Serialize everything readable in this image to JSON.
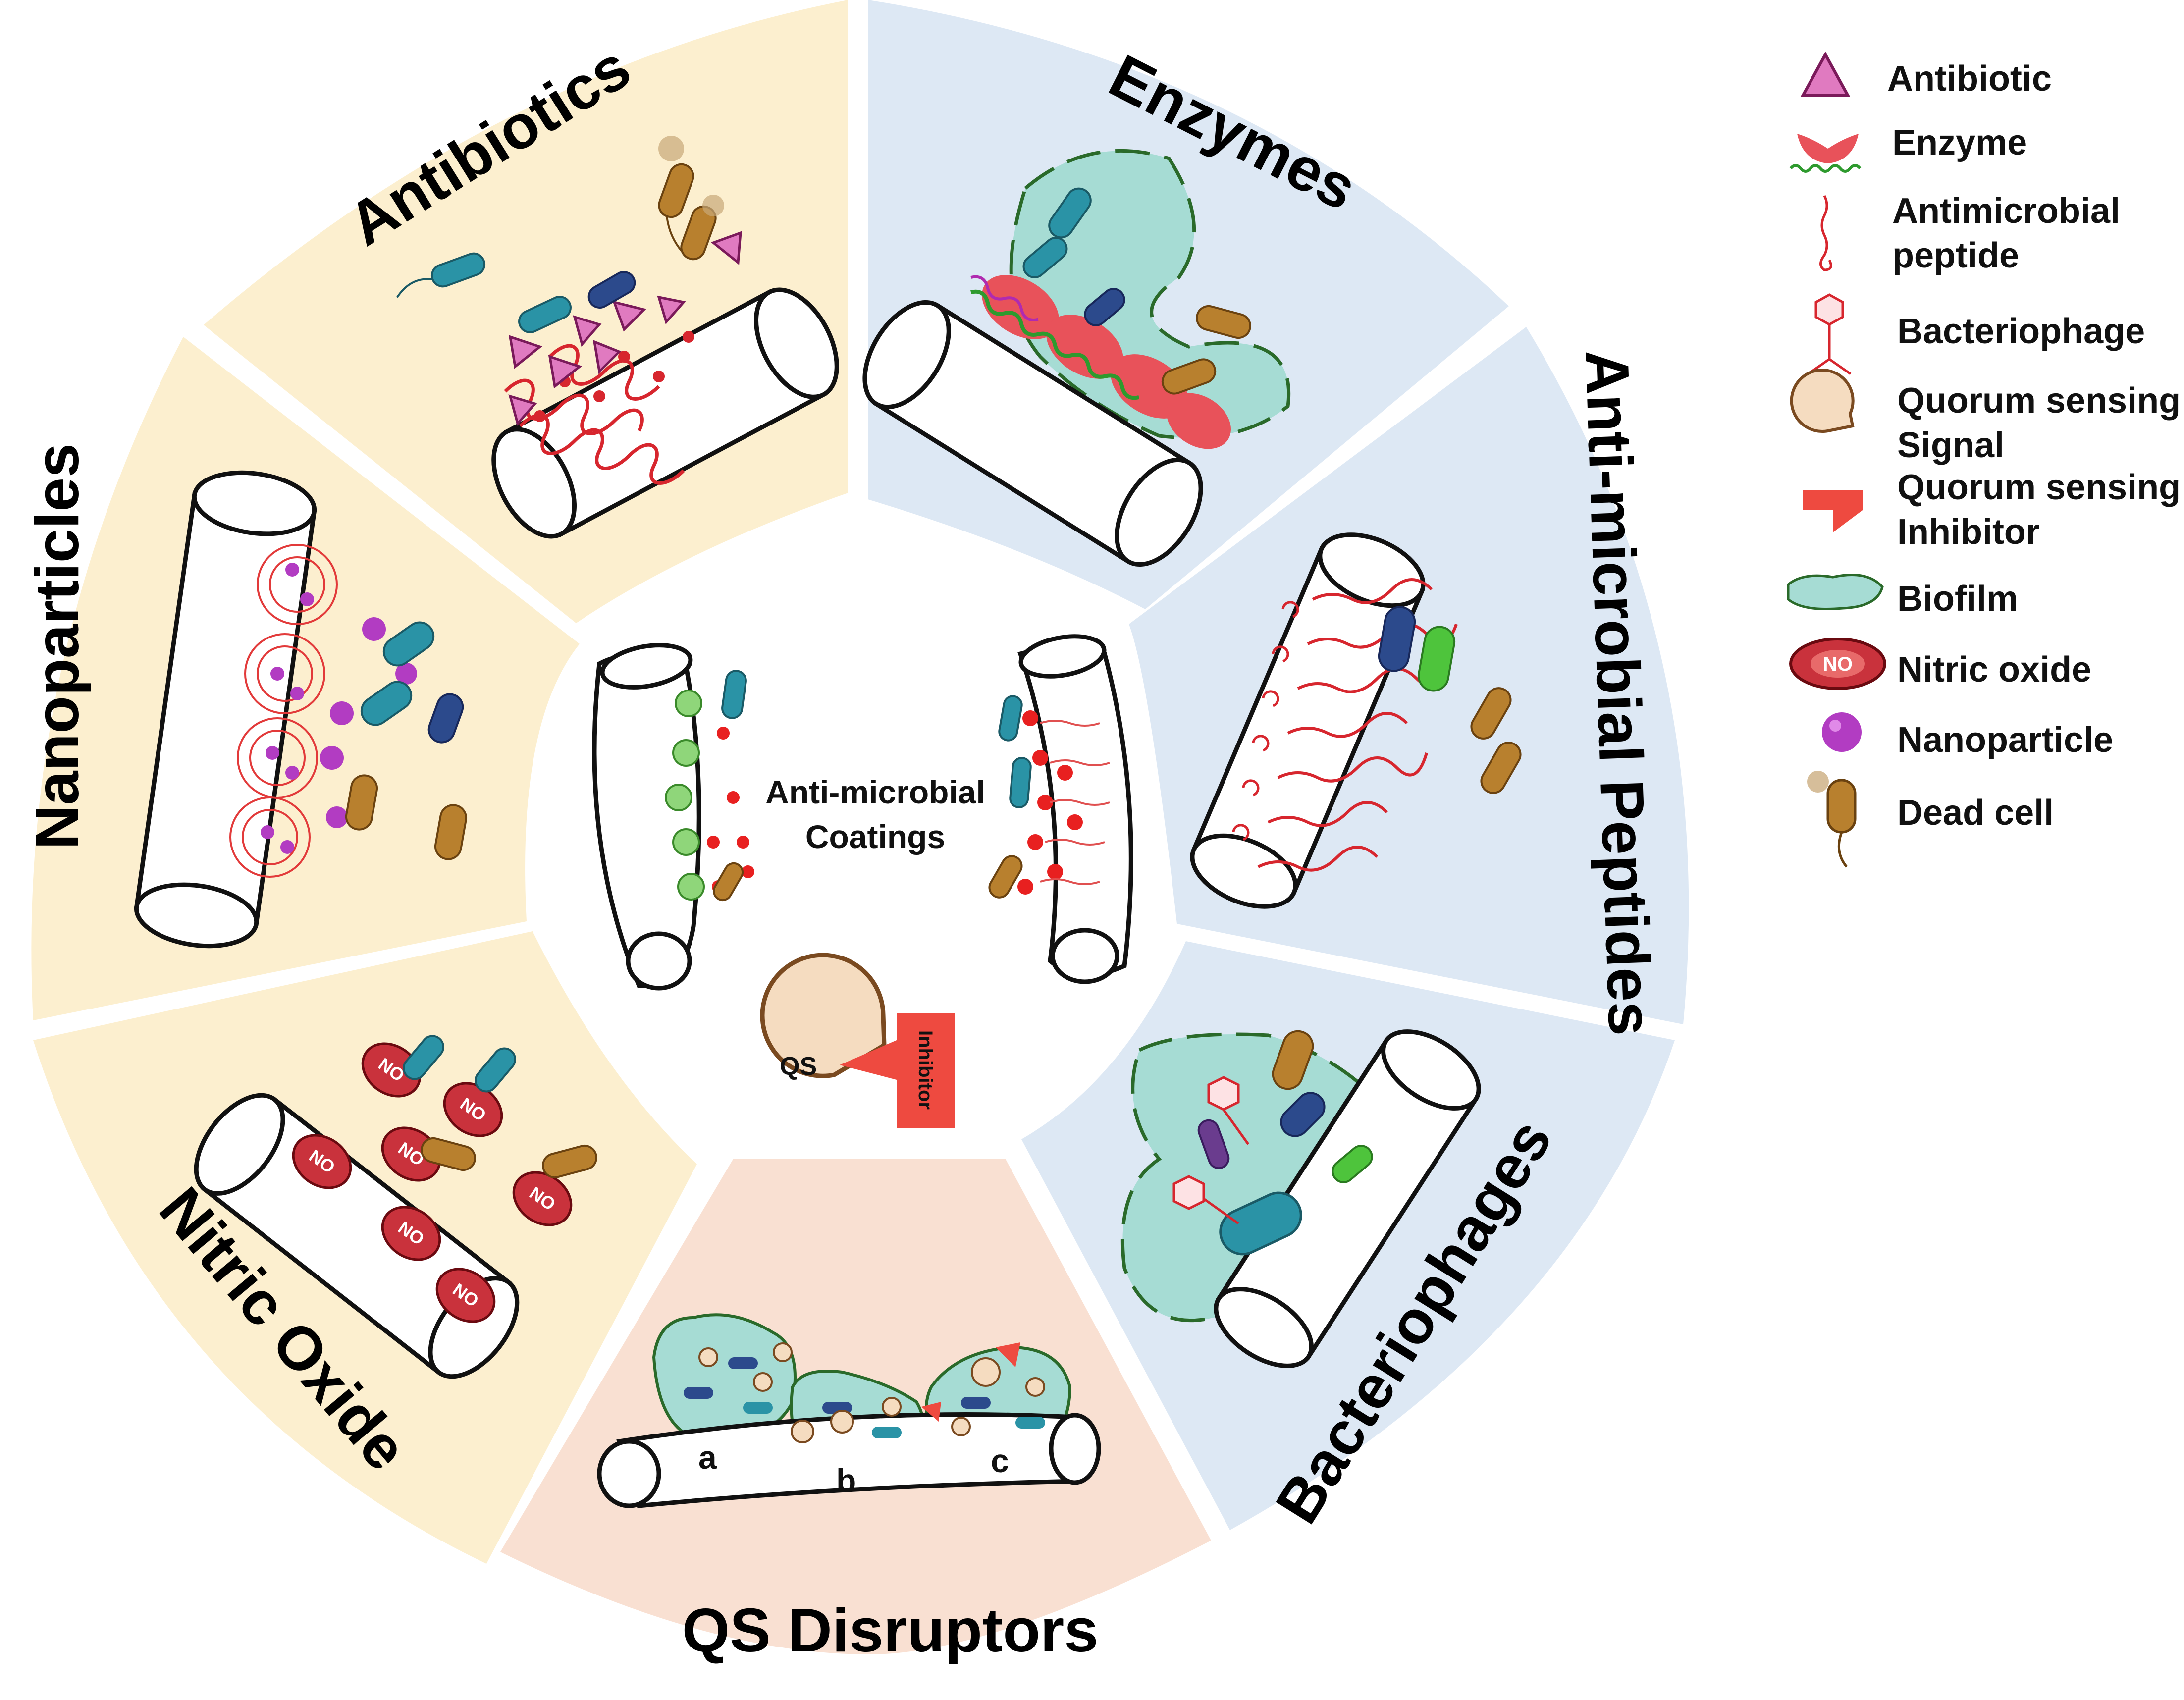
{
  "colors": {
    "yellow_segment": "#fcefcf",
    "blue_segment": "#dde8f4",
    "peach_segment": "#f9e0d2",
    "antibiotic": "#e07ac0",
    "enzyme": "#e8525a",
    "peptide": "#d7262e",
    "biofilm": "#a6dcd4",
    "nitric_oxide": "#c9323c",
    "nanoparticle": "#b23cc2",
    "dead_cell": "#b8802e",
    "bacteria_teal": "#2a93a6",
    "bacteria_navy": "#2c4a8c",
    "bacteria_green": "#4ec43c",
    "qs_signal": "#f5dcc0",
    "qs_inhibitor": "#ee4a40"
  },
  "segments": {
    "antibiotics": {
      "title": "Antibiotics"
    },
    "enzymes": {
      "title": "Enzymes"
    },
    "peptides": {
      "title": "Anti-microbial Peptides"
    },
    "bacteriophages": {
      "title": "Bacteriophages"
    },
    "qs": {
      "title": "QS Disruptors",
      "labels": [
        "a",
        "b",
        "c"
      ]
    },
    "nitric": {
      "title": "Nitric Oxide",
      "badge": "NO"
    },
    "nanoparticles": {
      "title": "Nanoparticles"
    }
  },
  "center": {
    "title_line1": "Anti-microbial",
    "title_line2": "Coatings",
    "qs_label": "QS",
    "inhibitor_label": "Inhibitor"
  },
  "legend": [
    {
      "icon": "triangle-icon",
      "lines": [
        "Antibiotic"
      ]
    },
    {
      "icon": "enzyme-icon",
      "lines": [
        "Enzyme"
      ]
    },
    {
      "icon": "peptide-icon",
      "lines": [
        "Antimicrobial",
        "peptide"
      ]
    },
    {
      "icon": "bacteriophage-icon",
      "lines": [
        "Bacteriophage"
      ]
    },
    {
      "icon": "qs-signal-icon",
      "lines": [
        "Quorum sensing",
        "Signal"
      ]
    },
    {
      "icon": "qs-inhibitor-icon",
      "lines": [
        "Quorum sensing",
        "Inhibitor"
      ]
    },
    {
      "icon": "biofilm-icon",
      "lines": [
        "Biofilm"
      ]
    },
    {
      "icon": "nitric-oxide-icon",
      "lines": [
        "Nitric oxide"
      ],
      "badge": "NO"
    },
    {
      "icon": "nanoparticle-icon",
      "lines": [
        "Nanoparticle"
      ]
    },
    {
      "icon": "dead-cell-icon",
      "lines": [
        "Dead cell"
      ]
    }
  ]
}
